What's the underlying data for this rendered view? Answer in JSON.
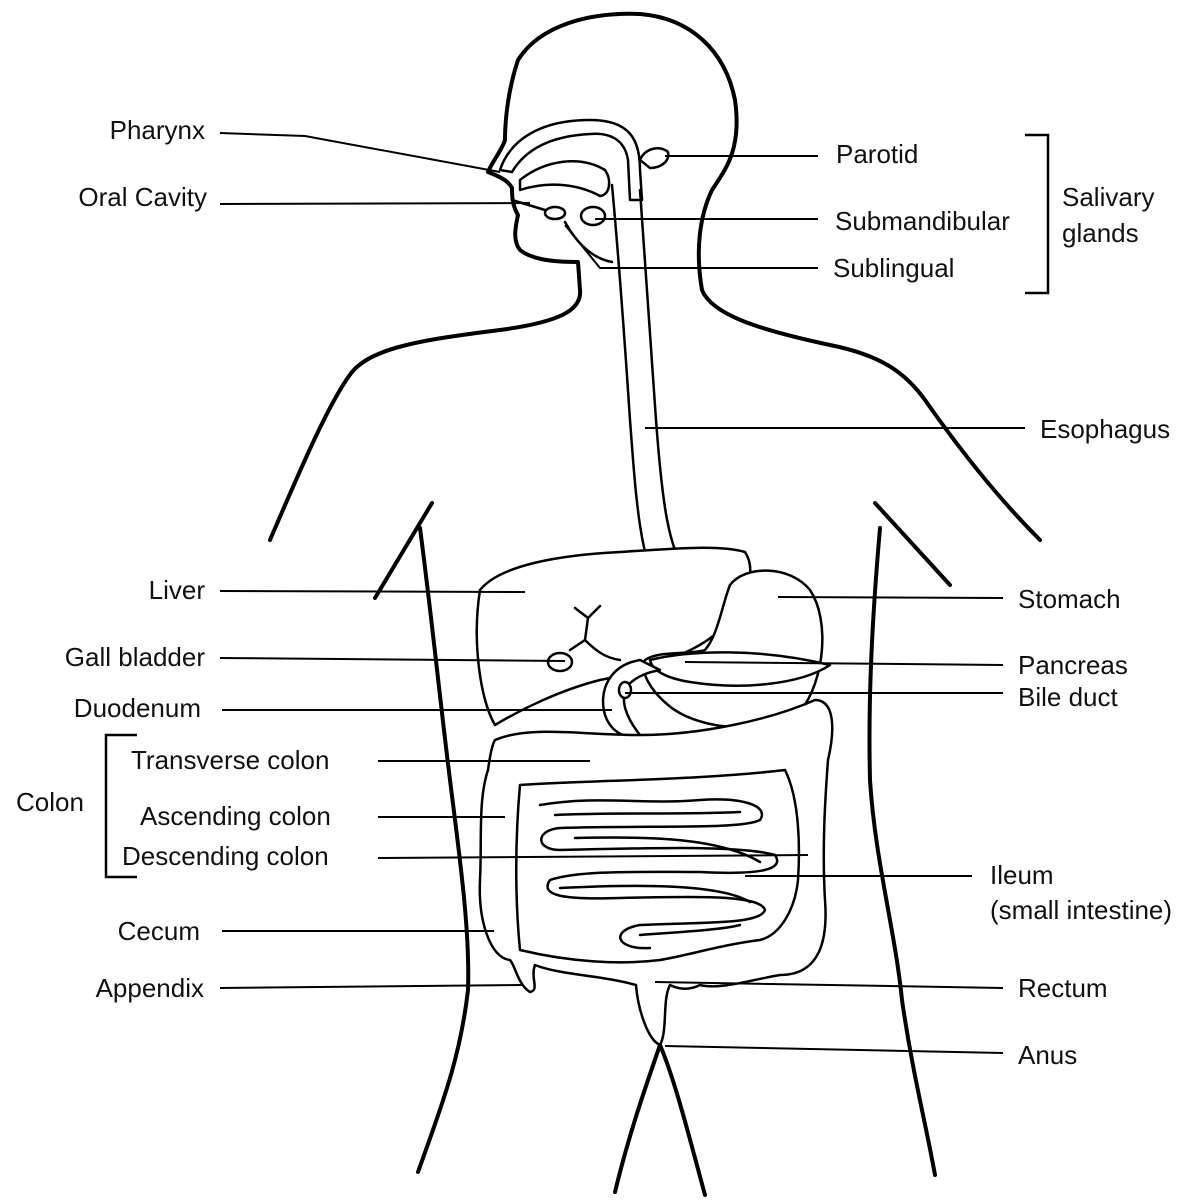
{
  "diagram": {
    "labels": {
      "pharynx": "Pharynx",
      "oral_cavity": "Oral Cavity",
      "parotid": "Parotid",
      "submandibular": "Submandibular",
      "sublingual": "Sublingual",
      "salivary_glands_line1": "Salivary",
      "salivary_glands_line2": "glands",
      "esophagus": "Esophagus",
      "liver": "Liver",
      "gall_bladder": "Gall bladder",
      "duodenum": "Duodenum",
      "colon": "Colon",
      "transverse_colon": "Transverse colon",
      "ascending_colon": "Ascending colon",
      "descending_colon": "Descending colon",
      "cecum": "Cecum",
      "appendix": "Appendix",
      "stomach": "Stomach",
      "pancreas": "Pancreas",
      "bile_duct": "Bile duct",
      "ileum_line1": "Ileum",
      "ileum_line2": "(small intestine)",
      "rectum": "Rectum",
      "anus": "Anus"
    }
  }
}
